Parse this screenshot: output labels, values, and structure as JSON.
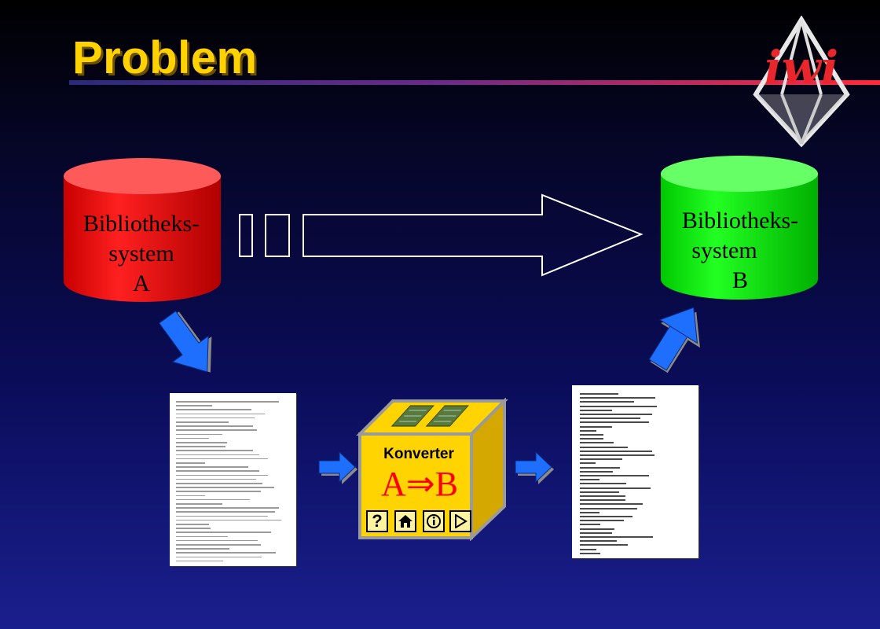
{
  "slide": {
    "title": "Problem",
    "logo_text": "iwi"
  },
  "system_a": {
    "line1": "Bibliotheks-",
    "line2": "system",
    "line3": "A",
    "color": "#ff0000"
  },
  "system_b": {
    "line1": "Bibliotheks-",
    "line2": "system",
    "line3": "B",
    "color": "#00ff00"
  },
  "converter": {
    "label": "Konverter",
    "formula": "A⇒B",
    "buttons": [
      {
        "icon": "help-icon",
        "label": "?"
      },
      {
        "icon": "home-icon",
        "label": "⌂"
      },
      {
        "icon": "info-icon",
        "label": "i"
      },
      {
        "icon": "play-icon",
        "label": "▶"
      }
    ]
  },
  "colors": {
    "title": "#ffd200",
    "accent_arrow": "#1f6fff",
    "box_face": "#ffd400",
    "box_side": "#d4a800"
  }
}
